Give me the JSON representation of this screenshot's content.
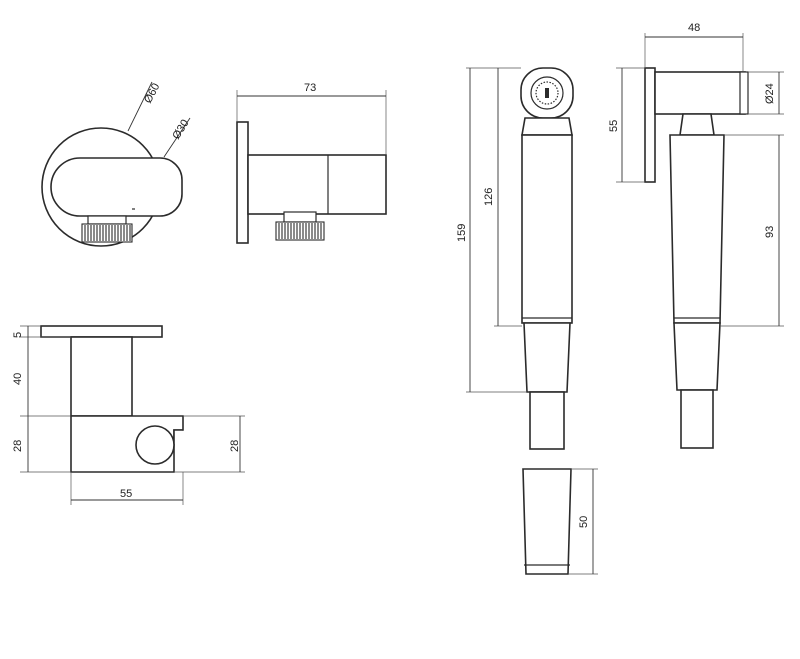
{
  "dimensions": {
    "elbow_outer_dia": "Ø60",
    "elbow_inner_dia": "Ø30",
    "elbow_length": "73",
    "holder_plate_thk": "5",
    "holder_stem_h": "40",
    "holder_clip_h_left": "28",
    "holder_clip_h_right": "28",
    "holder_width": "55",
    "spray_total_len": "159",
    "spray_handle_len": "126",
    "spray_side_width": "48",
    "spray_nozzle_dia": "Ø24",
    "spray_base_h": "55",
    "spray_side_handle_len": "93",
    "cap_h": "50"
  }
}
